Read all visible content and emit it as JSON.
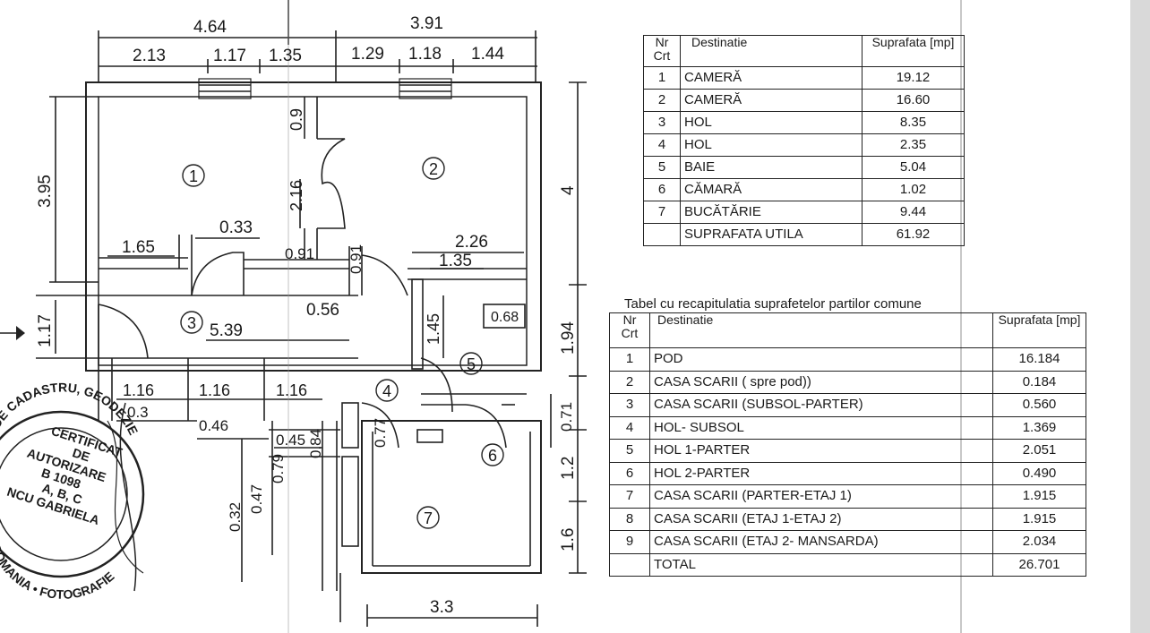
{
  "dims_top": {
    "left_total": "4.64",
    "right_total": "3.91",
    "left_parts": [
      "2.13",
      "1.17",
      "1.35"
    ],
    "right_parts": [
      "1.29",
      "1.18",
      "1.44"
    ]
  },
  "dims_plan": {
    "left_height": "3.95",
    "right_height": "4",
    "door_gap": "0.9",
    "door_height": "2.16",
    "d_0_33": "0.33",
    "d_1_65": "1.65",
    "d_0_91_h": "0.91",
    "d_0_91_v": "0.91",
    "d_2_26": "2.26",
    "d_1_35": "1.35",
    "d_0_56": "0.56",
    "d_5_39": "5.39",
    "d_1_17_v": "1.17",
    "d_1_45": "1.45",
    "d_0_68": "0.68",
    "d_1_94": "1.94",
    "d_0_71": "0.71",
    "d_1_2": "1.2",
    "d_1_6": "1.6",
    "bottom_parts": [
      "1.16",
      "1.16",
      "1.16"
    ],
    "d_0_3": "0.3",
    "d_0_46": "0.46",
    "d_0_45": "0.45",
    "d_0_84": "0.84",
    "d_0_77": "0.77",
    "d_0_79": "0.79",
    "d_0_47": "0.47",
    "d_0_32": "0.32",
    "d_3_3": "3.3"
  },
  "room_labels": [
    "1",
    "2",
    "3",
    "4",
    "5",
    "6",
    "7"
  ],
  "stamp": {
    "ring_top": "AL DE CADASTRU, GEODEZIE",
    "ring_bottom": "ROMANIA • FOTOGRAFIE",
    "lines": [
      "CERTIFICAT",
      "DE",
      "AUTORIZARE",
      "B 1098",
      "A, B, C",
      "NCU GABRIELA"
    ]
  },
  "table1": {
    "headers": [
      "Nr Crt",
      "Destinatie",
      "Suprafata [mp]"
    ],
    "rows": [
      [
        "1",
        "CAMERĂ",
        "19.12"
      ],
      [
        "2",
        "CAMERĂ",
        "16.60"
      ],
      [
        "3",
        "HOL",
        "8.35"
      ],
      [
        "4",
        "HOL",
        "2.35"
      ],
      [
        "5",
        "BAIE",
        "5.04"
      ],
      [
        "6",
        "CĂMARĂ",
        "1.02"
      ],
      [
        "7",
        "BUCĂTĂRIE",
        "9.44"
      ]
    ],
    "total": [
      "",
      "SUPRAFATA UTILA",
      "61.92"
    ]
  },
  "table2": {
    "caption": "Tabel cu recapitulatia suprafetelor partilor comune",
    "headers": [
      "Nr Crt",
      "Destinatie",
      "Suprafata [mp]"
    ],
    "rows": [
      [
        "1",
        "POD",
        "16.184"
      ],
      [
        "2",
        "CASA SCARII ( spre pod))",
        "0.184"
      ],
      [
        "3",
        "CASA SCARII  (SUBSOL-PARTER)",
        "0.560"
      ],
      [
        "4",
        "HOL- SUBSOL",
        "1.369"
      ],
      [
        "5",
        "HOL 1-PARTER",
        "2.051"
      ],
      [
        "6",
        "HOL 2-PARTER",
        "0.490"
      ],
      [
        "7",
        "CASA SCARII (PARTER-ETAJ 1)",
        "1.915"
      ],
      [
        "8",
        "CASA SCARII (ETAJ 1-ETAJ 2)",
        "1.915"
      ],
      [
        "9",
        "CASA SCARII (ETAJ 2- MANSARDA)",
        "2.034"
      ]
    ],
    "total": [
      "",
      "TOTAL",
      "26.701"
    ]
  }
}
